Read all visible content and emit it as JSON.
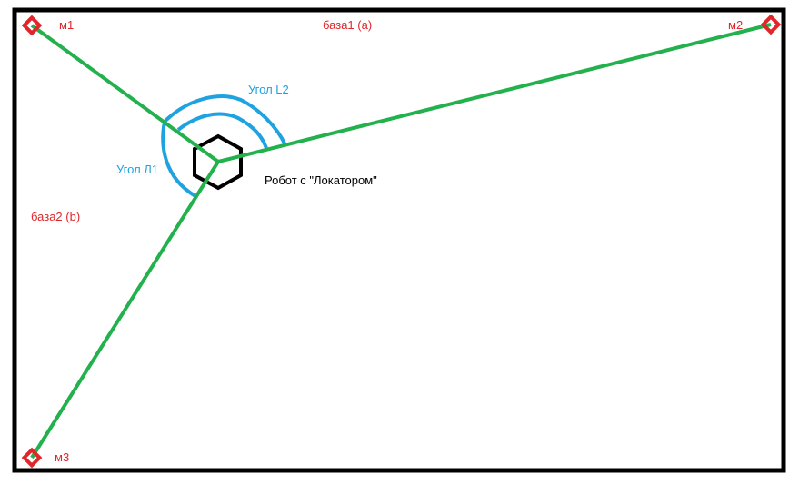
{
  "labels": {
    "m1": "м1",
    "m2": "м2",
    "m3": "м3",
    "base1": "база1 (a)",
    "base2": "база2 (b)",
    "angle_l1": "Угол Л1",
    "angle_l2": "Угол L2",
    "robot": "Робот с \"Локатором\""
  },
  "colors": {
    "marker": "#e0262b",
    "line": "#22b14c",
    "arc": "#1ea2e0",
    "robot": "#000000",
    "frame": "#000000"
  }
}
